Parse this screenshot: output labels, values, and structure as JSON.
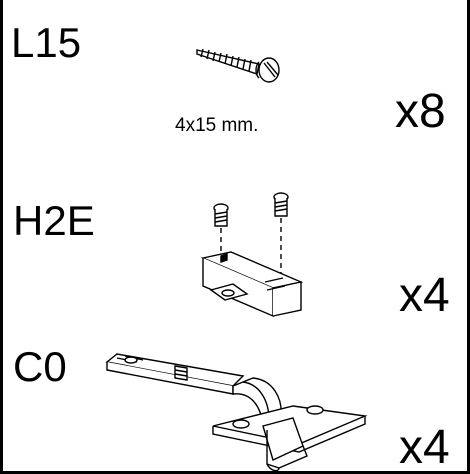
{
  "items": [
    {
      "code": "L15",
      "quantity": "x8",
      "dimension": "4x15 mm.",
      "icon": "wood-screw-icon"
    },
    {
      "code": "H2E",
      "quantity": "x4",
      "icon": "mounting-plate-with-screws-icon"
    },
    {
      "code": "C0",
      "quantity": "x4",
      "icon": "concealed-hinge-icon"
    }
  ]
}
